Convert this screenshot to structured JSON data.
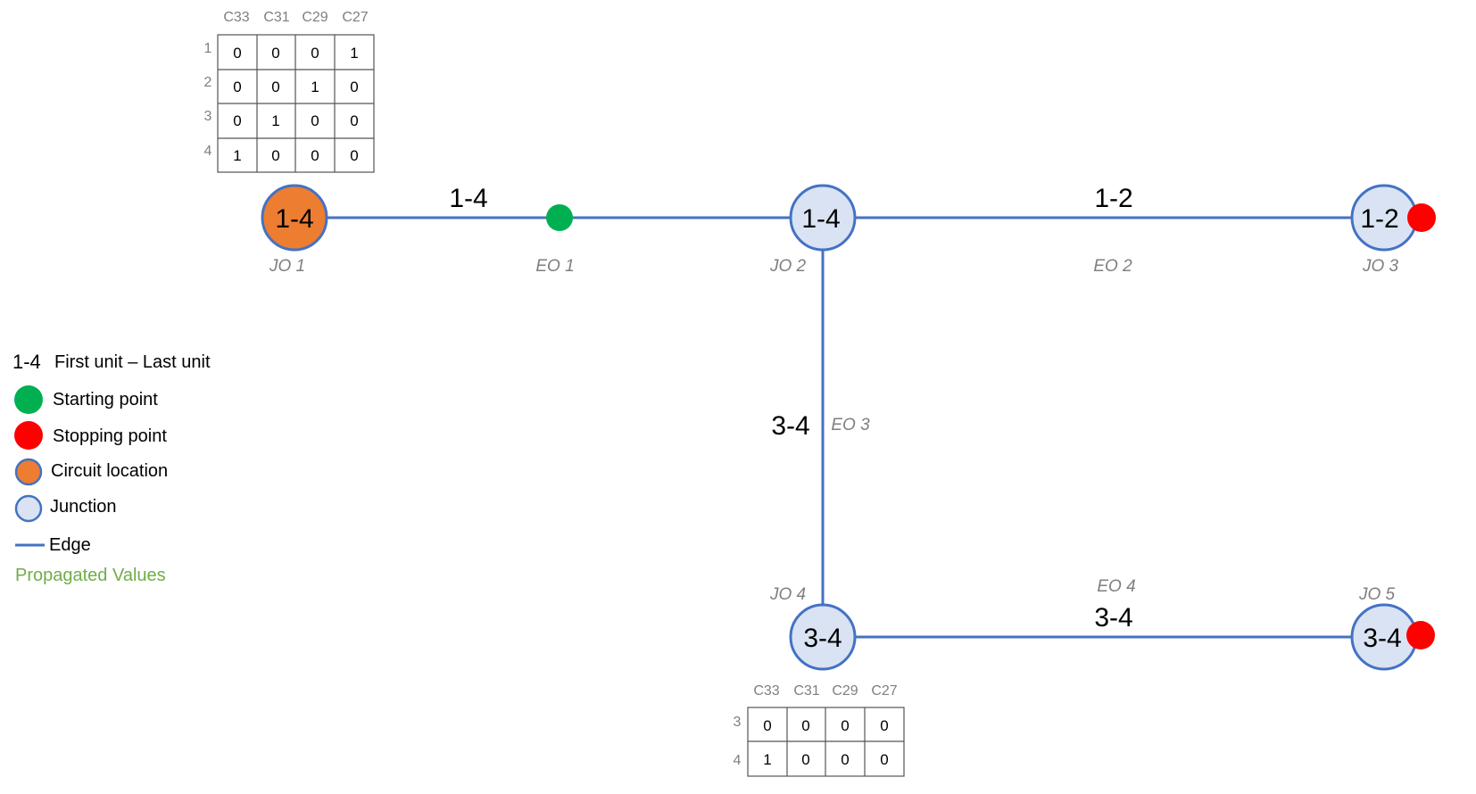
{
  "colors": {
    "edge": "#4472c4",
    "junction_fill": "#dae3f3",
    "circuit_fill": "#ed7d31",
    "start": "#00b050",
    "stop": "#ff0000",
    "propagated": "#70ad47"
  },
  "nodes": [
    {
      "id": "JO 1",
      "label": "1-4",
      "kind": "circuit"
    },
    {
      "id": "JO 2",
      "label": "1-4",
      "kind": "junction"
    },
    {
      "id": "JO 3",
      "label": "1-2",
      "kind": "junction"
    },
    {
      "id": "JO 4",
      "label": "3-4",
      "kind": "junction"
    },
    {
      "id": "JO 5",
      "label": "3-4",
      "kind": "junction"
    }
  ],
  "edges": [
    {
      "id": "EO 1",
      "label": "1-4"
    },
    {
      "id": "EO 2",
      "label": "1-2"
    },
    {
      "id": "EO 3",
      "label": "3-4"
    },
    {
      "id": "EO 4",
      "label": "3-4"
    }
  ],
  "table_top": {
    "columns": [
      "C33",
      "C31",
      "C29",
      "C27"
    ],
    "rows": [
      "1",
      "2",
      "3",
      "4"
    ],
    "cells": [
      [
        "0",
        "0",
        "0",
        "1"
      ],
      [
        "0",
        "0",
        "1",
        "0"
      ],
      [
        "0",
        "1",
        "0",
        "0"
      ],
      [
        "1",
        "0",
        "0",
        "0"
      ]
    ]
  },
  "table_bottom": {
    "columns": [
      "C33",
      "C31",
      "C29",
      "C27"
    ],
    "rows": [
      "3",
      "4"
    ],
    "cells": [
      [
        "0",
        "0",
        "0",
        "0"
      ],
      [
        "1",
        "0",
        "0",
        "0"
      ]
    ]
  },
  "legend": {
    "key_label": "1-4",
    "key_text": "First unit – Last unit",
    "start": "Starting point",
    "stop": "Stopping point",
    "circuit": "Circuit location",
    "junction": "Junction",
    "edge": "Edge",
    "propagated": "Propagated Values"
  }
}
